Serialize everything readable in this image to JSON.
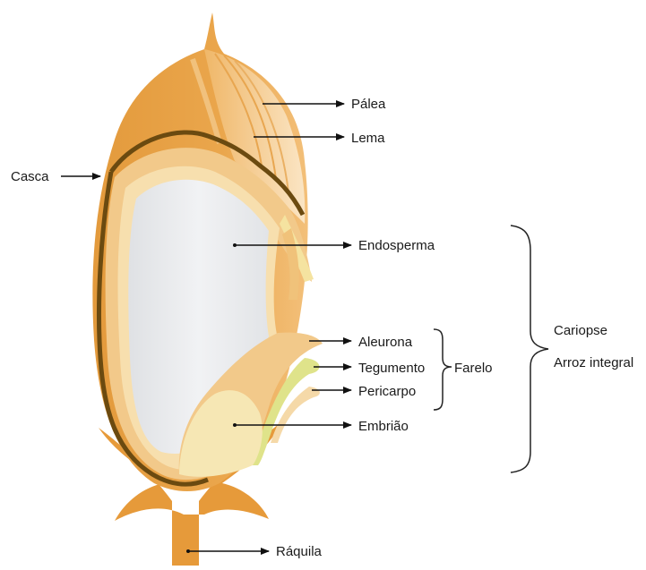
{
  "labels": {
    "palea": "Pálea",
    "lema": "Lema",
    "casca": "Casca",
    "endosperma": "Endosperma",
    "aleurona": "Aleurona",
    "tegumento": "Tegumento",
    "pericarpo": "Pericarpo",
    "embriao": "Embrião",
    "raquila": "Ráquila",
    "farelo": "Farelo",
    "cariopse": "Cariopse",
    "arroz_integral": "Arroz integral"
  },
  "colors": {
    "husk": "#e8a042",
    "husk_dark": "#d98a2c",
    "husk_light": "#f5c98a",
    "dark_line": "#6b4a10",
    "layer_tan": "#f2cf90",
    "layer_pale": "#f7e0b2",
    "endosperm": "#e4e6e9",
    "embryo": "#f6e7b4",
    "tegumento_green": "#dfe38a",
    "arrow": "#111111"
  }
}
